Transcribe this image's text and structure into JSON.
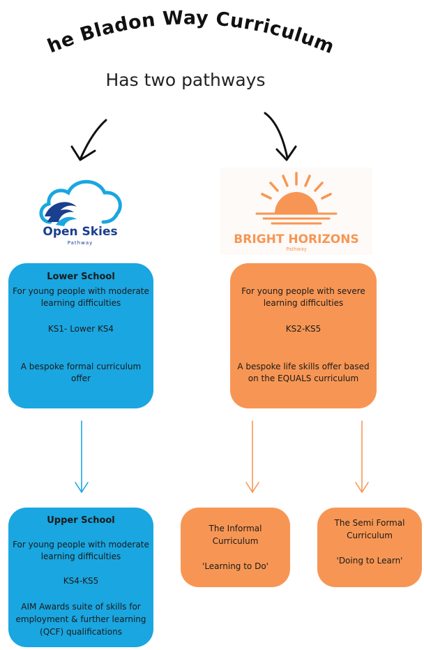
{
  "title": "The Bladon Way Curriculum",
  "subtitle": "Has two pathways",
  "open_skies": {
    "name": "Open Skies",
    "sub": "Pathway",
    "color": "#1aa6e0",
    "lower": {
      "heading": "Lower School",
      "line1": "For young people with moderate",
      "line2": "learning difficulties",
      "stage": "KS1- Lower KS4",
      "offer1": "A bespoke formal curriculum",
      "offer2": "offer"
    },
    "upper": {
      "heading": "Upper School",
      "line1": "For young people with moderate",
      "line2": "learning difficulties",
      "stage": "KS4-KS5",
      "offer1": "AIM Awards suite of skills for",
      "offer2": "employment & further learning",
      "offer3": "(QCF) qualifications"
    }
  },
  "bright_horizons": {
    "name": "BRIGHT HORIZONS",
    "sub": "Pathway",
    "color": "#f79654",
    "main": {
      "line1": "For young people with severe",
      "line2": "learning difficulties",
      "stage": "KS2-KS5",
      "offer1": "A bespoke life skills offer based",
      "offer2": "on the EQUALS curriculum"
    },
    "informal": {
      "line1": "The Informal",
      "line2": "Curriculum",
      "tagline": "'Learning to Do'"
    },
    "semi_formal": {
      "line1": "The Semi Formal",
      "line2": "Curriculum",
      "tagline": "'Doing to Learn'"
    }
  }
}
